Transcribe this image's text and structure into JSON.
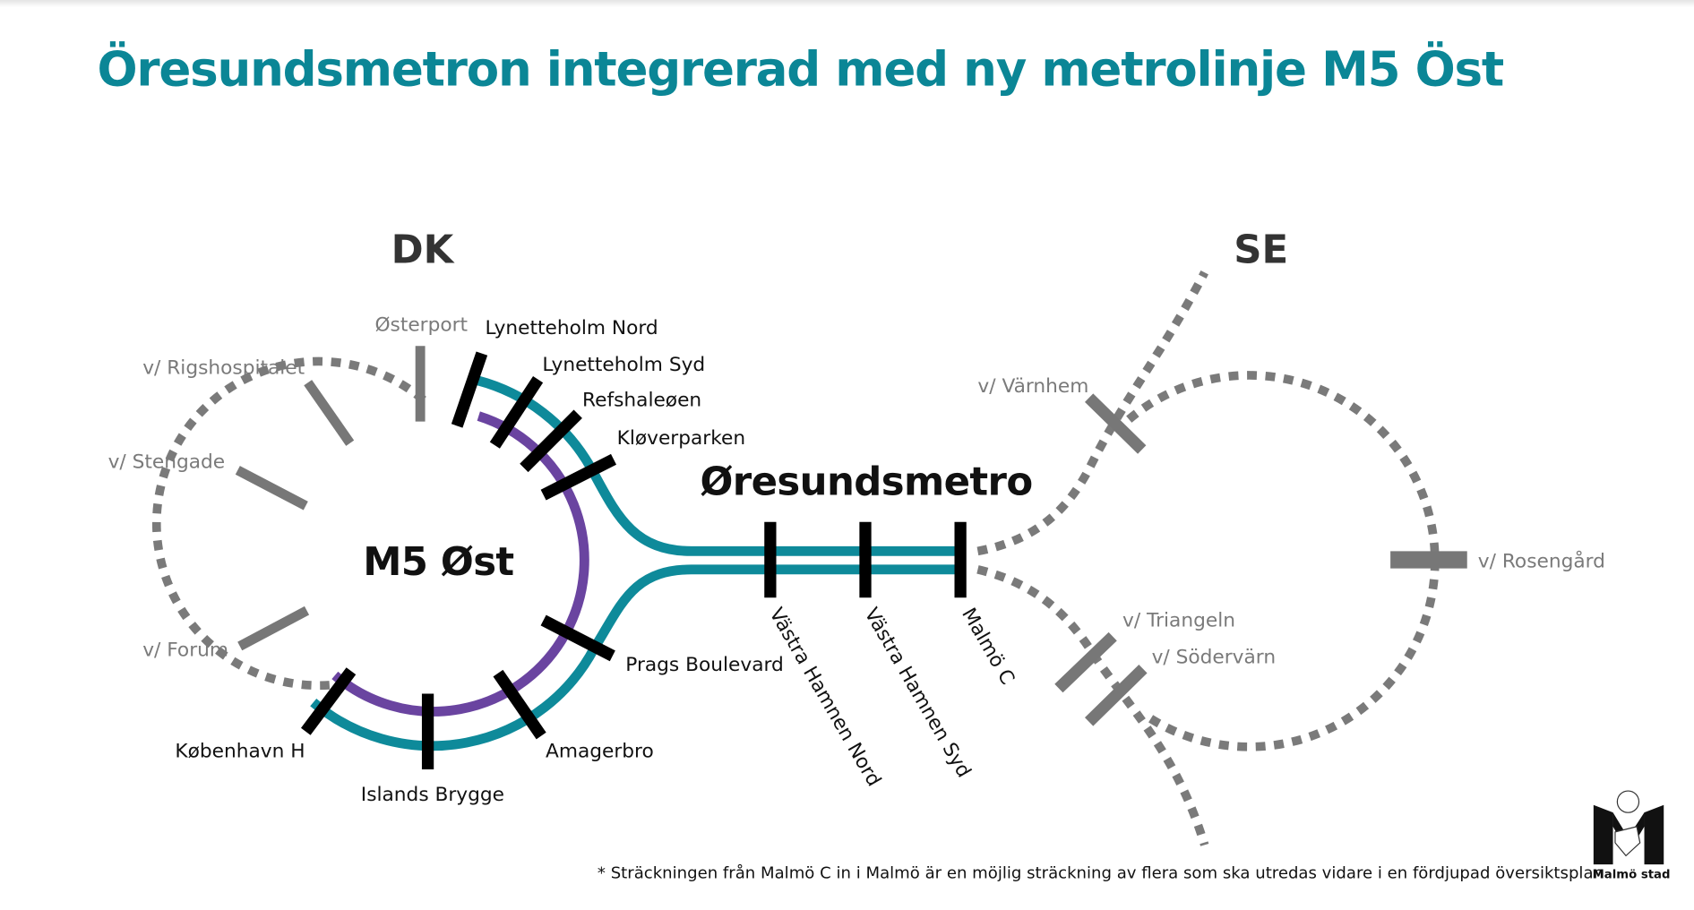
{
  "title": "Öresundsmetron integrerad med ny metrolinje M5 Öst",
  "regions": {
    "dk": "DK",
    "se": "SE"
  },
  "lines": {
    "m5": "M5 Øst",
    "oresund": "Øresundsmetro"
  },
  "colors": {
    "title": "#0b8696",
    "oresundsmetro": "#0e8a9a",
    "m5_ost": "#6a44a0",
    "existing_or_planned": "#7a7a7a",
    "station": "#000000"
  },
  "dk_stations": {
    "osterport": "Østerport",
    "rigshospitalet": "v/ Rigshospitalet",
    "stengade": "v/ Stengade",
    "forum": "v/ Forum",
    "lynetteholm_nord": "Lynetteholm Nord",
    "lynetteholm_syd": "Lynetteholm Syd",
    "refshaleoen": "Refshaleøen",
    "kloverparken": "Kløverparken",
    "prags_boulevard": "Prags Boulevard",
    "amagerbro": "Amagerbro",
    "islands_brygge": "Islands Brygge",
    "kobenhavn_h": "København H"
  },
  "oresund_stations": {
    "vastra_hamnen_nord": "Västra Hamnen Nord",
    "vastra_hamnen_syd": "Västra Hamnen Syd",
    "malmo_c": "Malmö C"
  },
  "se_stations": {
    "varnhem": "v/ Värnhem",
    "rosengard": "v/ Rosengård",
    "triangeln": "v/ Triangeln",
    "sodervarn": "v/ Södervärn"
  },
  "footnote": "* Sträckningen från Malmö C in i Malmö är en möjlig sträckning av flera som ska utredas vidare i en fördjupad översiktsplan",
  "logo": {
    "text": "Malmö stad"
  }
}
